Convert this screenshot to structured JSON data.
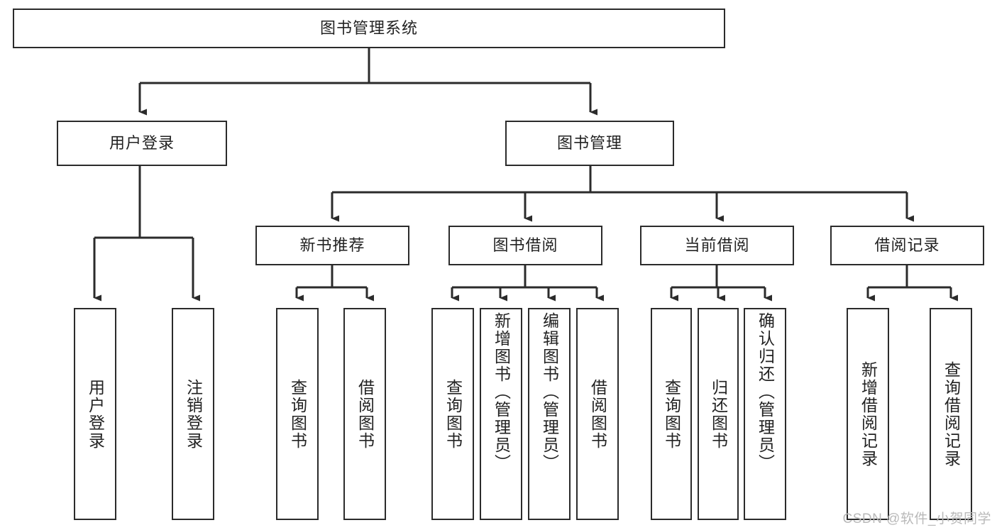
{
  "diagram": {
    "title": "图书管理系统",
    "watermark": "CSDN @软件_小贺同学",
    "line_color": "#2b2b2b",
    "text_color": "#222222",
    "background": "#ffffff",
    "root": {
      "label": "图书管理系统"
    },
    "level2": [
      {
        "label": "用户登录"
      },
      {
        "label": "图书管理"
      }
    ],
    "level3": [
      {
        "label": "新书推荐"
      },
      {
        "label": "图书借阅"
      },
      {
        "label": "当前借阅"
      },
      {
        "label": "借阅记录"
      }
    ],
    "leaves": {
      "user_login": [
        {
          "label": "用户登录"
        },
        {
          "label": "注销登录"
        }
      ],
      "new_book_recommend": [
        {
          "label": "查询图书"
        },
        {
          "label": "借阅图书"
        }
      ],
      "book_borrow": [
        {
          "label": "查询图书"
        },
        {
          "label": "新增图书（管理员）"
        },
        {
          "label": "编辑图书（管理员）"
        },
        {
          "label": "借阅图书"
        }
      ],
      "current_borrow": [
        {
          "label": "查询图书"
        },
        {
          "label": "归还图书"
        },
        {
          "label": "确认归还（管理员）"
        }
      ],
      "borrow_records": [
        {
          "label": "新增借阅记录"
        },
        {
          "label": "查询借阅记录"
        }
      ]
    }
  }
}
